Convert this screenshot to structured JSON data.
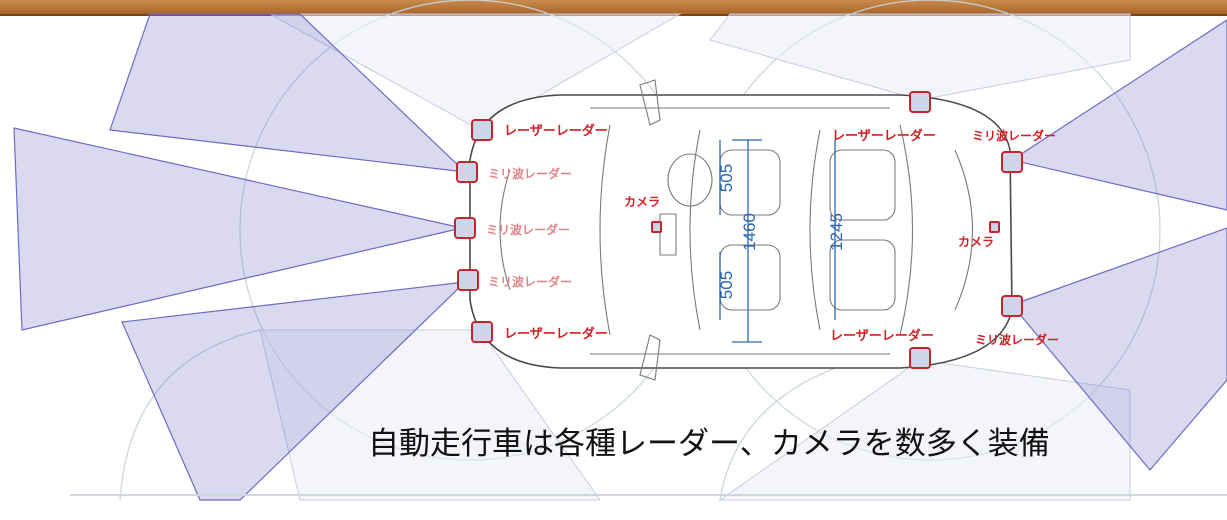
{
  "caption": "自動走行車は各種レーダー、カメラを数多く装備",
  "labels": {
    "laser_front_top": "レーザーレーダー",
    "mmwave_front_1": "ミリ波レーダー",
    "mmwave_front_2": "ミリ波レーダー",
    "mmwave_front_3": "ミリ波レーダー",
    "laser_front_bottom": "レーザーレーダー",
    "camera_front": "カメラ",
    "laser_rear_top": "レーザーレーダー",
    "mmwave_rear_top": "ミリ波レーダー",
    "camera_rear": "カメラ",
    "laser_rear_bottom": "レーザーレーダー",
    "mmwave_rear_bottom": "ミリ波レーダー"
  },
  "dimensions": {
    "seat_top": "505",
    "seat_bottom": "505",
    "width_front": "1460",
    "width_rear": "1245"
  },
  "colors": {
    "sensor_fill": "#7b78c9",
    "label_red": "#d21f26",
    "dimension_blue": "#2a66b0",
    "top_bar": "#b87437"
  }
}
